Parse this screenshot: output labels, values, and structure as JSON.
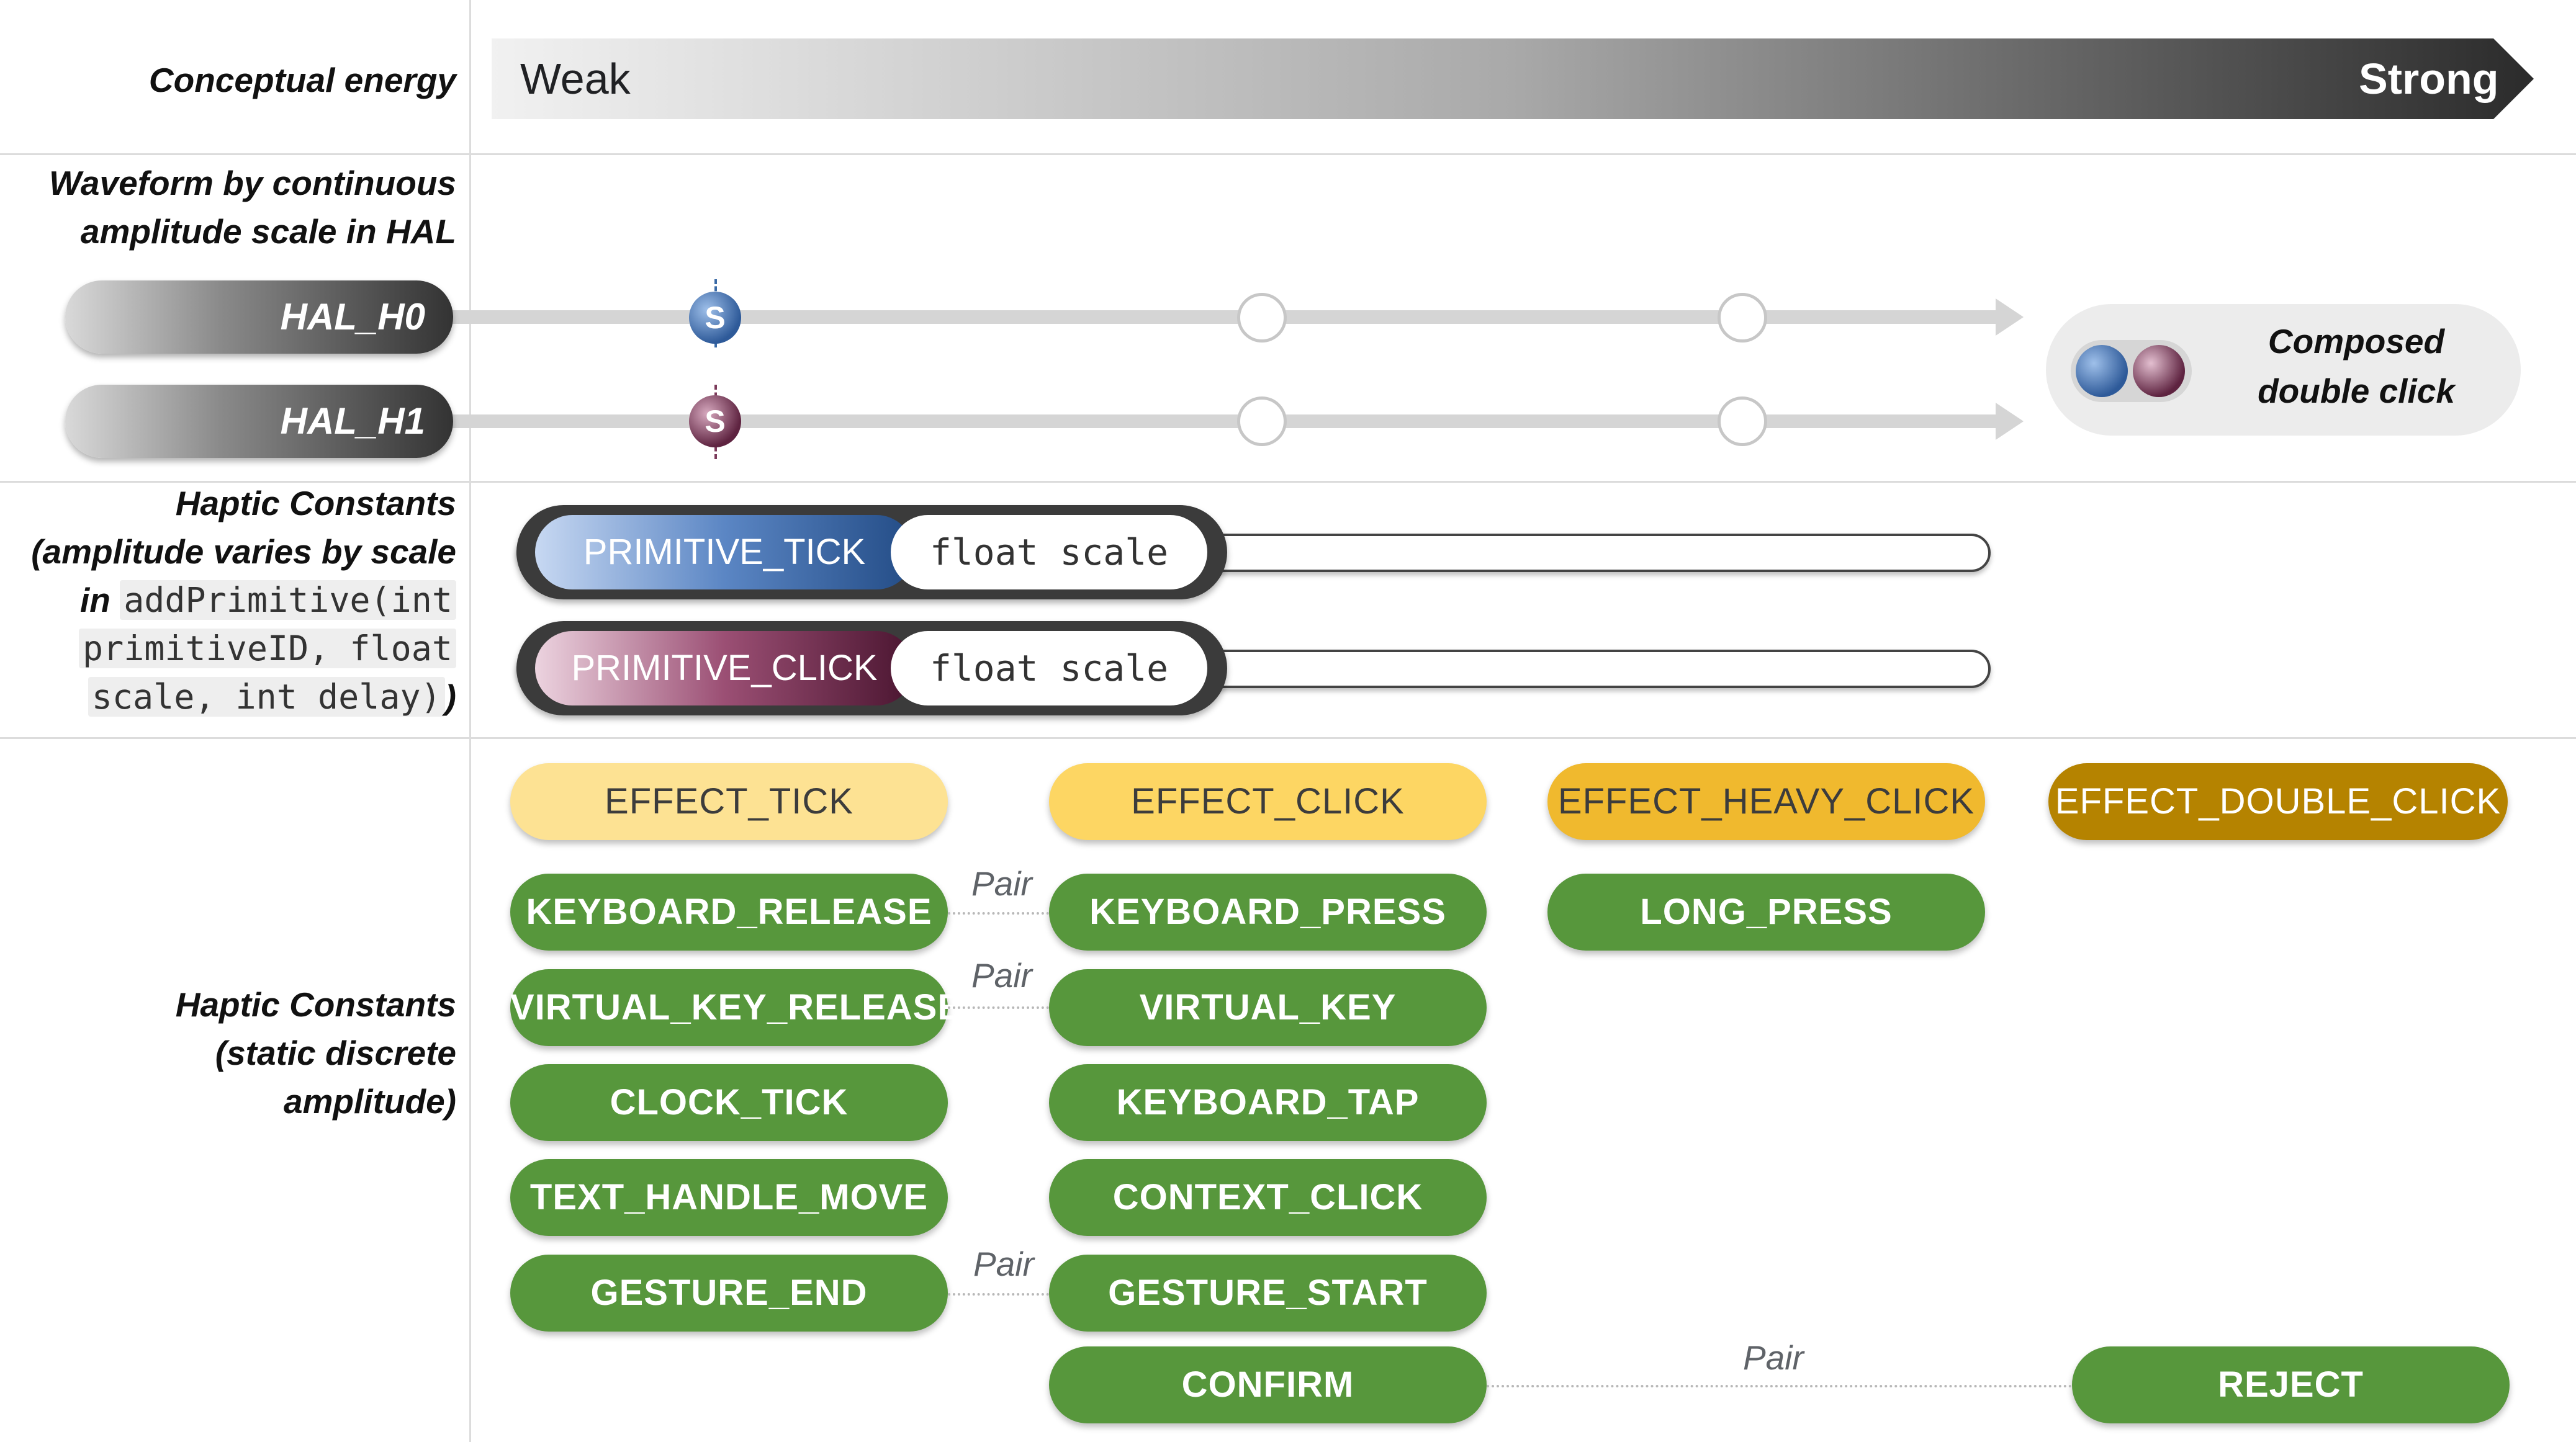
{
  "energy": {
    "label": "Conceptual energy",
    "weak": "Weak",
    "strong": "Strong"
  },
  "waveform": {
    "label_line1": "Waveform by continuous",
    "label_line2": "amplitude scale in HAL",
    "h0": "HAL_H0",
    "h1": "HAL_H1",
    "s_marker": "S",
    "composed_line1": "Composed",
    "composed_line2": "double click"
  },
  "primitives": {
    "label_line1": "Haptic Constants",
    "label_line2": "(amplitude varies by scale",
    "label_line3_prefix": "in",
    "label_code1": "addPrimitive(int",
    "label_code2": "primitiveID, float",
    "label_code3": "scale, int delay)",
    "label_suffix": ")",
    "tick": "PRIMITIVE_TICK",
    "click": "PRIMITIVE_CLICK",
    "scale": "float scale"
  },
  "static": {
    "label_line1": "Haptic Constants",
    "label_line2": "(static discrete",
    "label_line3": "amplitude)",
    "effects": [
      "EFFECT_TICK",
      "EFFECT_CLICK",
      "EFFECT_HEAVY_CLICK",
      "EFFECT_DOUBLE_CLICK"
    ],
    "col1": [
      "KEYBOARD_RELEASE",
      "VIRTUAL_KEY_RELEASE",
      "CLOCK_TICK",
      "TEXT_HANDLE_MOVE",
      "GESTURE_END"
    ],
    "col2": [
      "KEYBOARD_PRESS",
      "VIRTUAL_KEY",
      "KEYBOARD_TAP",
      "CONTEXT_CLICK",
      "GESTURE_START",
      "CONFIRM"
    ],
    "col3": [
      "LONG_PRESS"
    ],
    "col4": [
      "REJECT"
    ],
    "pair": "Pair"
  },
  "colors": {
    "green": "#57973c",
    "effect_tick": "#fde293",
    "effect_click": "#fdd663",
    "effect_heavy": "#f0b92e",
    "effect_double": "#b58300"
  }
}
